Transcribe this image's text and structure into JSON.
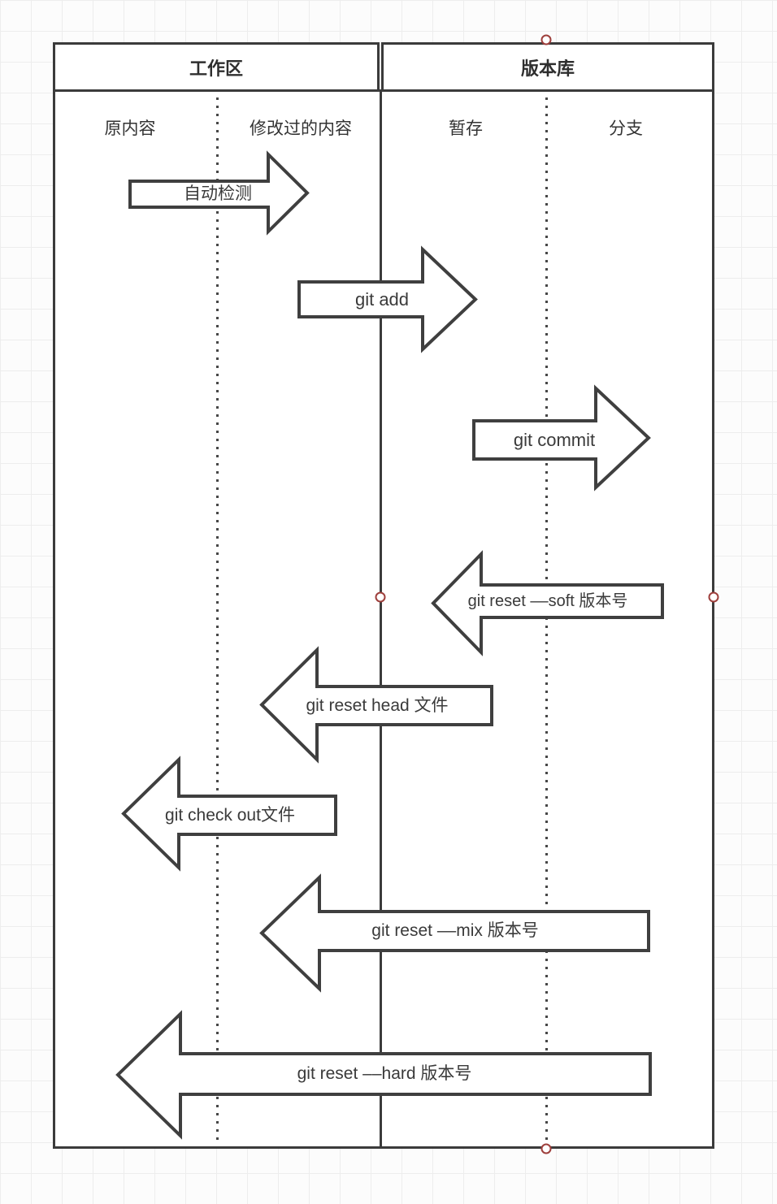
{
  "diagram": {
    "sections": {
      "left_title": "工作区",
      "right_title": "版本库"
    },
    "columns": [
      {
        "label": "原内容"
      },
      {
        "label": "修改过的内容"
      },
      {
        "label": "暂存"
      },
      {
        "label": "分支"
      }
    ],
    "arrows": [
      {
        "label": "自动检测",
        "direction": "right",
        "from": "原内容",
        "to": "修改过的内容"
      },
      {
        "label": "git add",
        "direction": "right",
        "from": "修改过的内容",
        "to": "暂存"
      },
      {
        "label": "git commit",
        "direction": "right",
        "from": "暂存",
        "to": "分支"
      },
      {
        "label": "git reset ––soft 版本号",
        "direction": "left",
        "from": "分支",
        "to": "暂存"
      },
      {
        "label": "git reset head 文件",
        "direction": "left",
        "from": "暂存",
        "to": "修改过的内容"
      },
      {
        "label": "git check out文件",
        "direction": "left",
        "from": "修改过的内容",
        "to": "原内容"
      },
      {
        "label": "git reset ––mix 版本号",
        "direction": "left",
        "from": "分支",
        "to": "修改过的内容"
      },
      {
        "label": "git reset ––hard 版本号",
        "direction": "left",
        "from": "分支",
        "to": "原内容"
      }
    ],
    "colors": {
      "line": "#3b3b3b",
      "arrow_outline": "#3f3f3f",
      "handle_ring": "#9e3f3c",
      "shape_fill": "#ffffff",
      "grid_line": "#ededed"
    }
  }
}
